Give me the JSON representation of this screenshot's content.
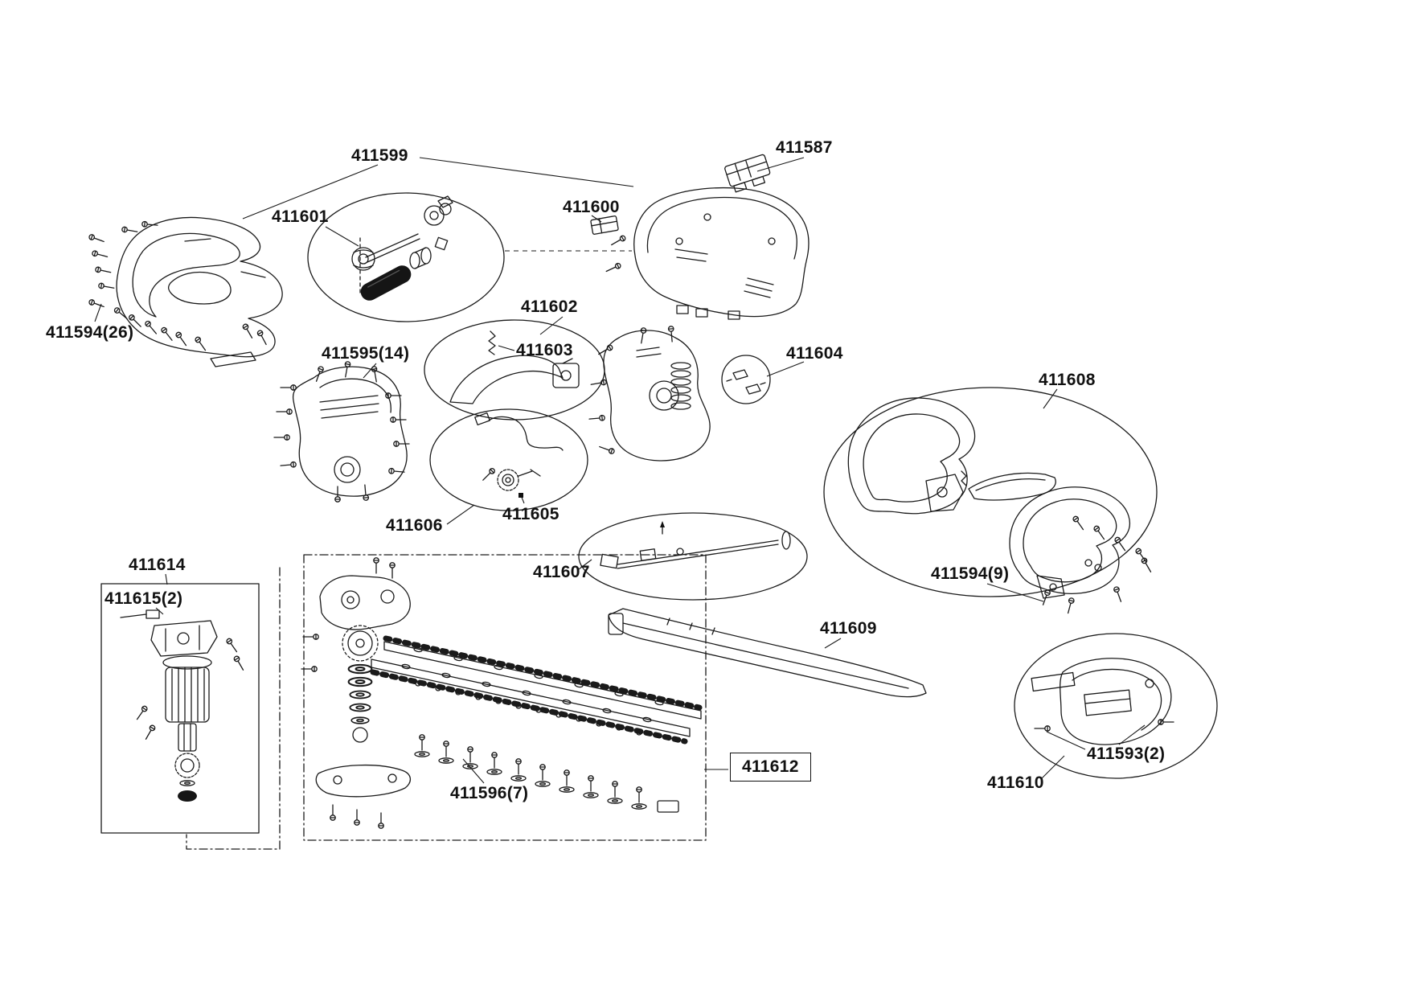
{
  "page": {
    "background": "#ffffff",
    "line_color": "#1a1a1a",
    "label_color": "#111111"
  },
  "diagram": {
    "type": "exploded-parts-diagram",
    "subject": "hedge-trimmer",
    "labels": [
      {
        "name": "part-411599",
        "text": "411599"
      },
      {
        "name": "part-411587",
        "text": "411587"
      },
      {
        "name": "part-411600",
        "text": "411600"
      },
      {
        "name": "part-411601",
        "text": "411601"
      },
      {
        "name": "part-411602",
        "text": "411602"
      },
      {
        "name": "part-411603",
        "text": "411603"
      },
      {
        "name": "part-411604",
        "text": "411604"
      },
      {
        "name": "part-411594-26",
        "text": "411594(26)"
      },
      {
        "name": "part-411595-14",
        "text": "411595(14)"
      },
      {
        "name": "part-411608",
        "text": "411608"
      },
      {
        "name": "part-411605",
        "text": "411605"
      },
      {
        "name": "part-411606",
        "text": "411606"
      },
      {
        "name": "part-411607",
        "text": "411607"
      },
      {
        "name": "part-411614",
        "text": "411614"
      },
      {
        "name": "part-411615-2",
        "text": "411615(2)"
      },
      {
        "name": "part-411594-9",
        "text": "411594(9)"
      },
      {
        "name": "part-411609",
        "text": "411609"
      },
      {
        "name": "part-411612",
        "text": "411612"
      },
      {
        "name": "part-411596-7",
        "text": "411596(7)"
      },
      {
        "name": "part-411593-2",
        "text": "411593(2)"
      },
      {
        "name": "part-411610",
        "text": "411610"
      }
    ]
  }
}
